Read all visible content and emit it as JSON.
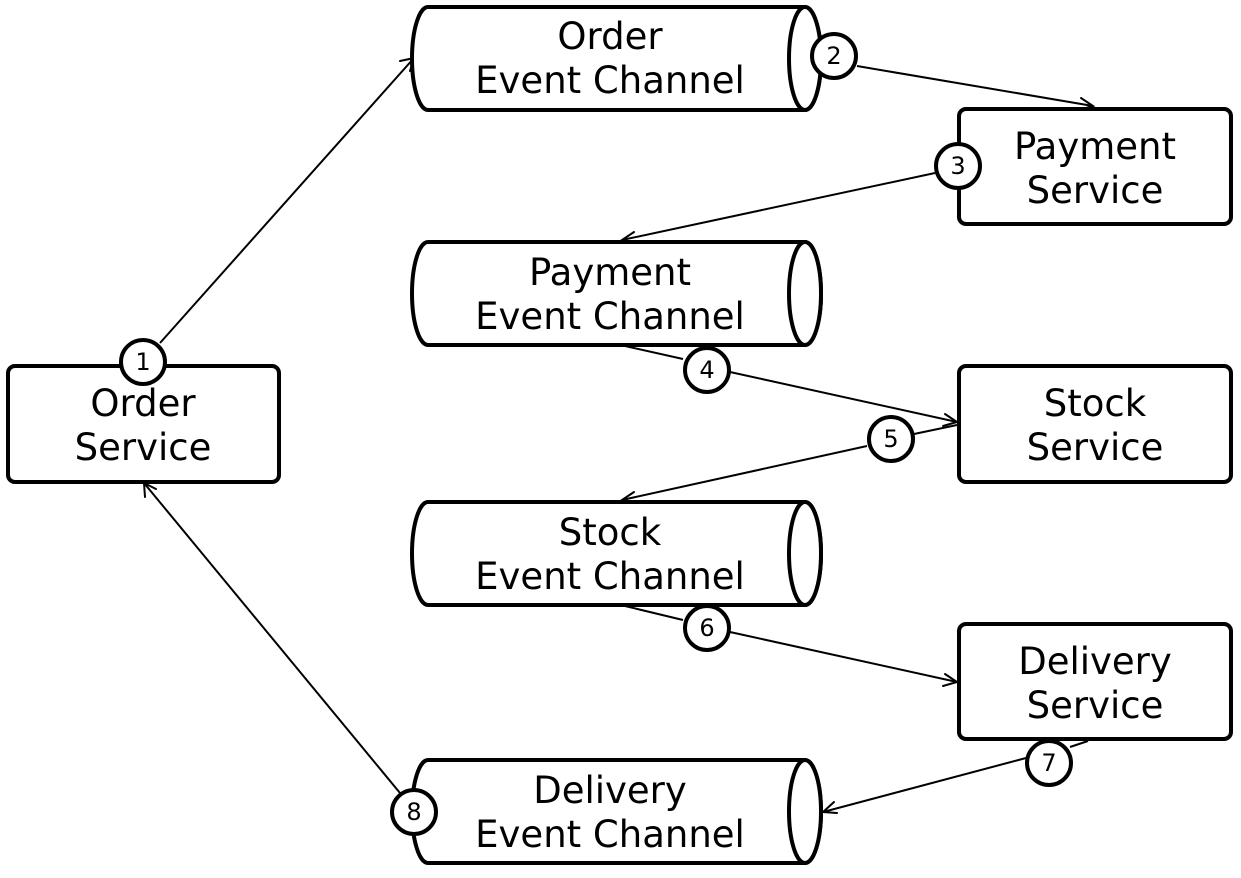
{
  "services": {
    "order": [
      "Order",
      "Service"
    ],
    "payment": [
      "Payment",
      "Service"
    ],
    "stock": [
      "Stock",
      "Service"
    ],
    "delivery": [
      "Delivery",
      "Service"
    ]
  },
  "channels": {
    "order": [
      "Order",
      "Event Channel"
    ],
    "payment": [
      "Payment",
      "Event Channel"
    ],
    "stock": [
      "Stock",
      "Event Channel"
    ],
    "delivery": [
      "Delivery",
      "Event Channel"
    ]
  },
  "steps": [
    "1",
    "2",
    "3",
    "4",
    "5",
    "6",
    "7",
    "8"
  ]
}
